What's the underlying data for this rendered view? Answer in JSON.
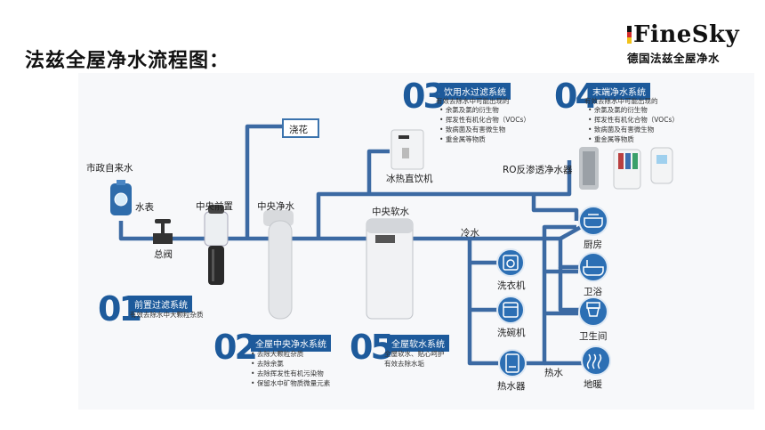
{
  "title": "法兹全屋净水流程图：",
  "brand": {
    "name": "FineSky",
    "subtitle": "德国法兹全屋净水",
    "flag_colors": [
      "#111111",
      "#d32d2d",
      "#f2c21a"
    ]
  },
  "colors": {
    "pipe": "#3c6aa3",
    "accent": "#1d5a9b",
    "icon_fill": "#2c6fb4"
  },
  "labels": {
    "city_water": "市政自来水",
    "water_meter": "水表",
    "main_valve": "总阀",
    "central_prefilter": "中央前置",
    "central_purifier": "中央净水",
    "central_softener": "中央软水",
    "flower_watering": "浇花",
    "hot_cold_dispenser": "冰热直饮机",
    "ro_purifier": "RO反渗透净水器",
    "cold_water": "冷水",
    "hot_water": "热水",
    "washing_machine": "洗衣机",
    "dishwasher": "洗碗机",
    "water_heater": "热水器",
    "kitchen": "厨房",
    "bathroom": "卫浴",
    "toilet": "卫生间",
    "floor_heating": "地暖"
  },
  "systems": [
    {
      "number": "01",
      "title": "前置过滤系统",
      "desc": [
        "有效去除水中大颗粒杂质"
      ]
    },
    {
      "number": "02",
      "title": "全屋中央净水系统",
      "bullets": [
        "去除大颗粒杂质",
        "去除余氯",
        "去除挥发性有机污染物",
        "保留水中矿物质微量元素"
      ]
    },
    {
      "number": "03",
      "title": "饮用水过滤系统",
      "desc": [
        "有效去除水中可能出现的"
      ],
      "bullets": [
        "余氯及氯的衍生物",
        "挥发性有机化合物（VOCs）",
        "致病菌及有害微生物",
        "重金属等物质"
      ]
    },
    {
      "number": "04",
      "title": "末端净水系统",
      "desc": [
        "有效去除水中可能出现的"
      ],
      "bullets": [
        "余氯及氯的衍生物",
        "挥发性有机化合物（VOCs）",
        "致病菌及有害微生物",
        "重金属等物质"
      ]
    },
    {
      "number": "05",
      "title": "全屋软水系统",
      "desc": [
        "全屋软水、贴心呵护",
        "有效去除水垢"
      ]
    }
  ]
}
